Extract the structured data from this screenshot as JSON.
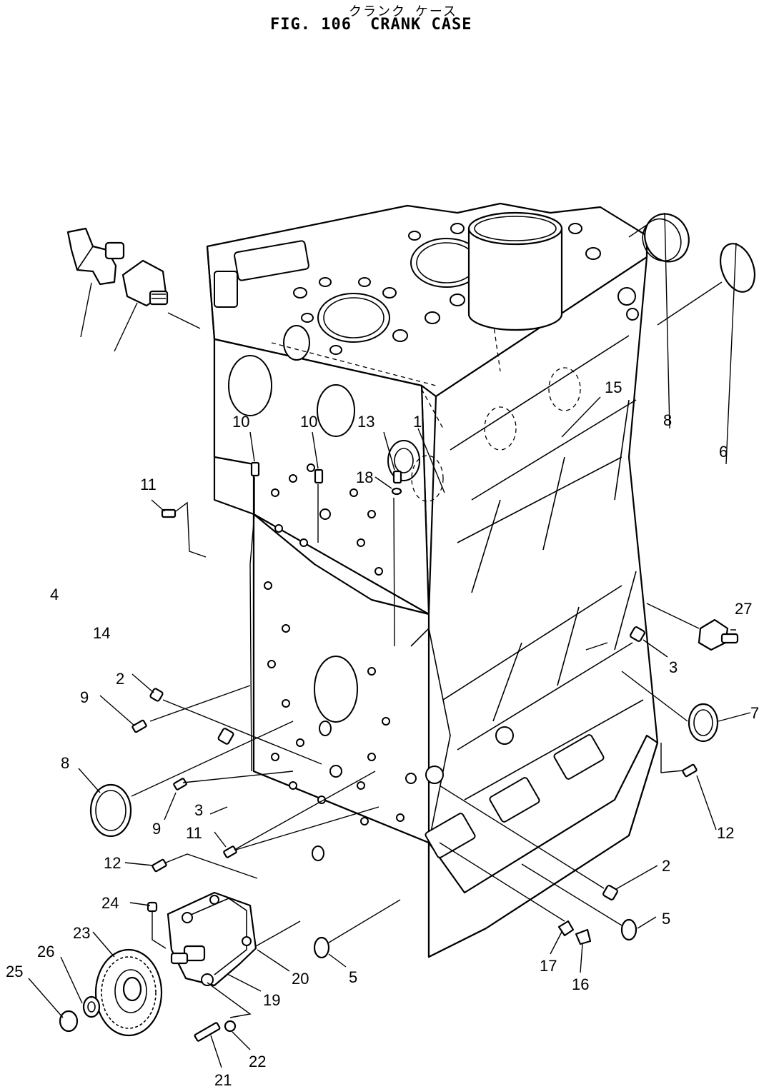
{
  "header": {
    "title_jp": "クランク ケース",
    "fig_label": "FIG. 106",
    "name": "CRANK CASE"
  },
  "callouts": [
    "10",
    "10",
    "13",
    "1",
    "15",
    "8",
    "6",
    "11",
    "18",
    "4",
    "14",
    "27",
    "3",
    "2",
    "9",
    "7",
    "8",
    "3",
    "9",
    "11",
    "12",
    "12",
    "2",
    "24",
    "23",
    "26",
    "25",
    "20",
    "19",
    "5",
    "5",
    "17",
    "16",
    "22",
    "21"
  ]
}
